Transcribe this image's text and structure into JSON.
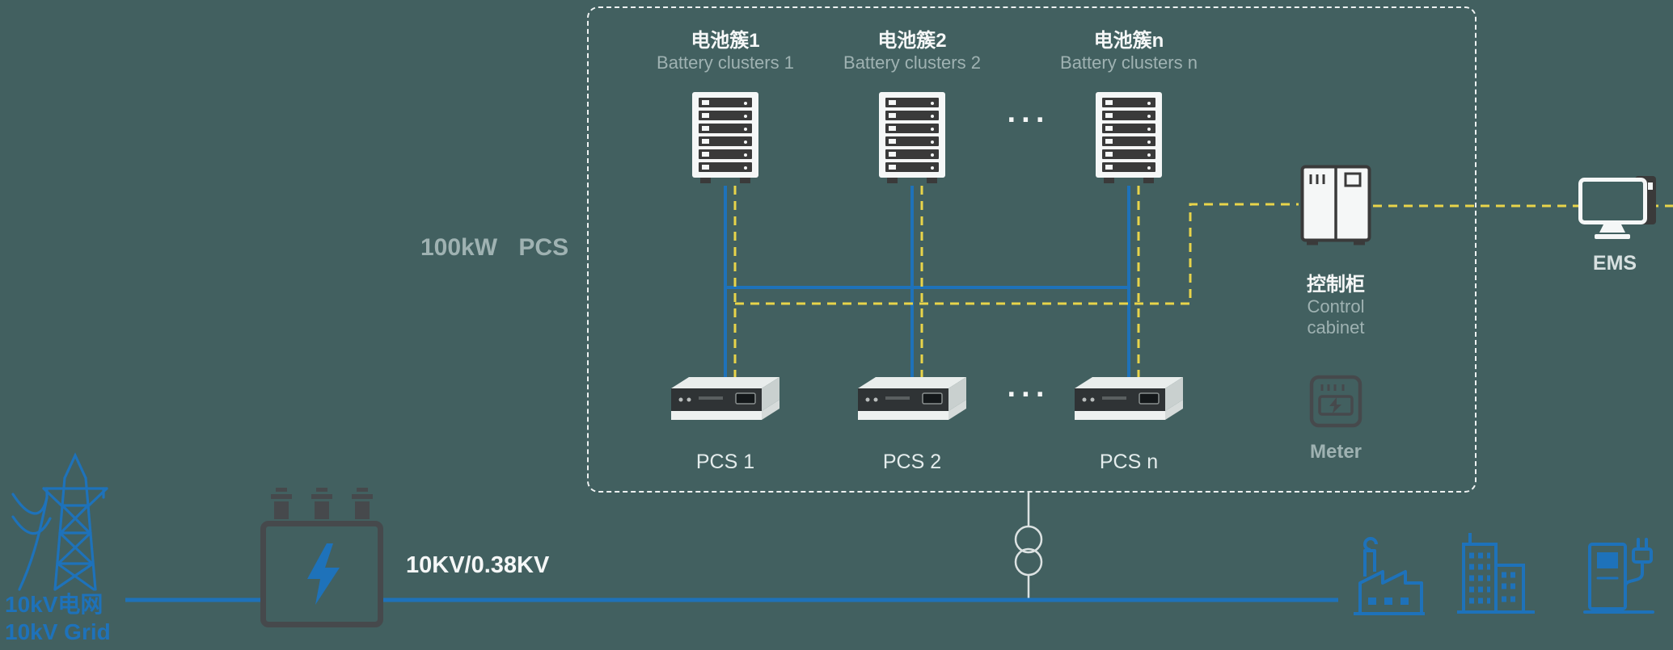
{
  "theme": {
    "background": "#426060",
    "blue": "#1e72ba",
    "yellow": "#e8d44a",
    "white": "#f5f7f7",
    "gray_text": "#9fb2b2",
    "dark": "#3a3a3a",
    "slate": "#46494c",
    "line_light": "#dce2e2"
  },
  "system": {
    "group_label": "100kW PCS",
    "clusters": [
      {
        "zh": "电池簇1",
        "en": "Battery clusters 1"
      },
      {
        "zh": "电池簇2",
        "en": "Battery clusters 2"
      },
      {
        "zh": "电池簇n",
        "en": "Battery clusters n"
      }
    ],
    "cluster_ellipsis": "···",
    "pcs_units": [
      "PCS 1",
      "PCS 2",
      "PCS n"
    ],
    "pcs_ellipsis": "···",
    "control_cabinet": {
      "zh": "控制柜",
      "en": "Control cabinet"
    },
    "meter": "Meter"
  },
  "ems": "EMS",
  "grid_source": {
    "zh": "10kV电网",
    "en": "10kV Grid"
  },
  "transformer_ratio": "10KV/0.38KV"
}
